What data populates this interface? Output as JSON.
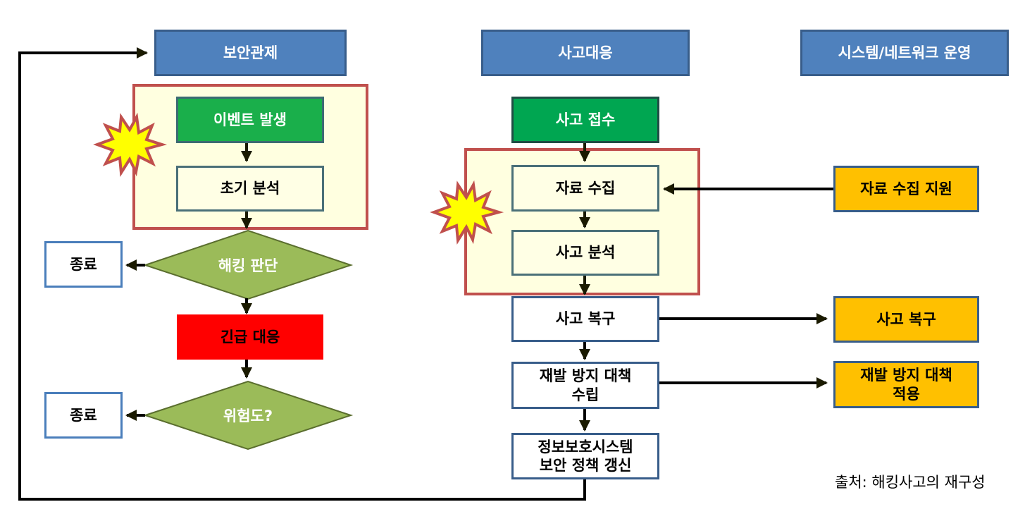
{
  "columns": {
    "col1": "보안관제",
    "col2": "사고대응",
    "col3": "시스템/네트워크 운영"
  },
  "left_flow": {
    "event": "이벤트 발생",
    "initial_analysis": "초기 분석",
    "hacking_decision": "해킹 판단",
    "end_1": "종료",
    "emergency_response": "긴급 대응",
    "risk_level": "위험도?",
    "end_2": "종료"
  },
  "middle_flow": {
    "incident_receipt": "사고 접수",
    "data_collection": "자료 수집",
    "incident_analysis": "사고 분석",
    "incident_recovery": "사고 복구",
    "prevention_plan_line1": "재발 방지 대책",
    "prevention_plan_line2": "수립",
    "policy_update_line1": "정보보호시스템",
    "policy_update_line2": "보안 정책 갱신"
  },
  "right_flow": {
    "data_collection_support": "자료 수집 지원",
    "incident_recovery": "사고 복구",
    "prevention_apply_line1": "재발 방지 대책",
    "prevention_apply_line2": "적용"
  },
  "source": "출처: 해킹사고의 재구성",
  "colors": {
    "header_fill": "#4f81bd",
    "highlight_border": "#c0504d",
    "highlight_fill": "#ffffe0",
    "green": "#1aaf4b",
    "diamond": "#9bbb59",
    "emergency": "#ff0000",
    "support": "#ffc000",
    "burst": "#ffff00"
  }
}
